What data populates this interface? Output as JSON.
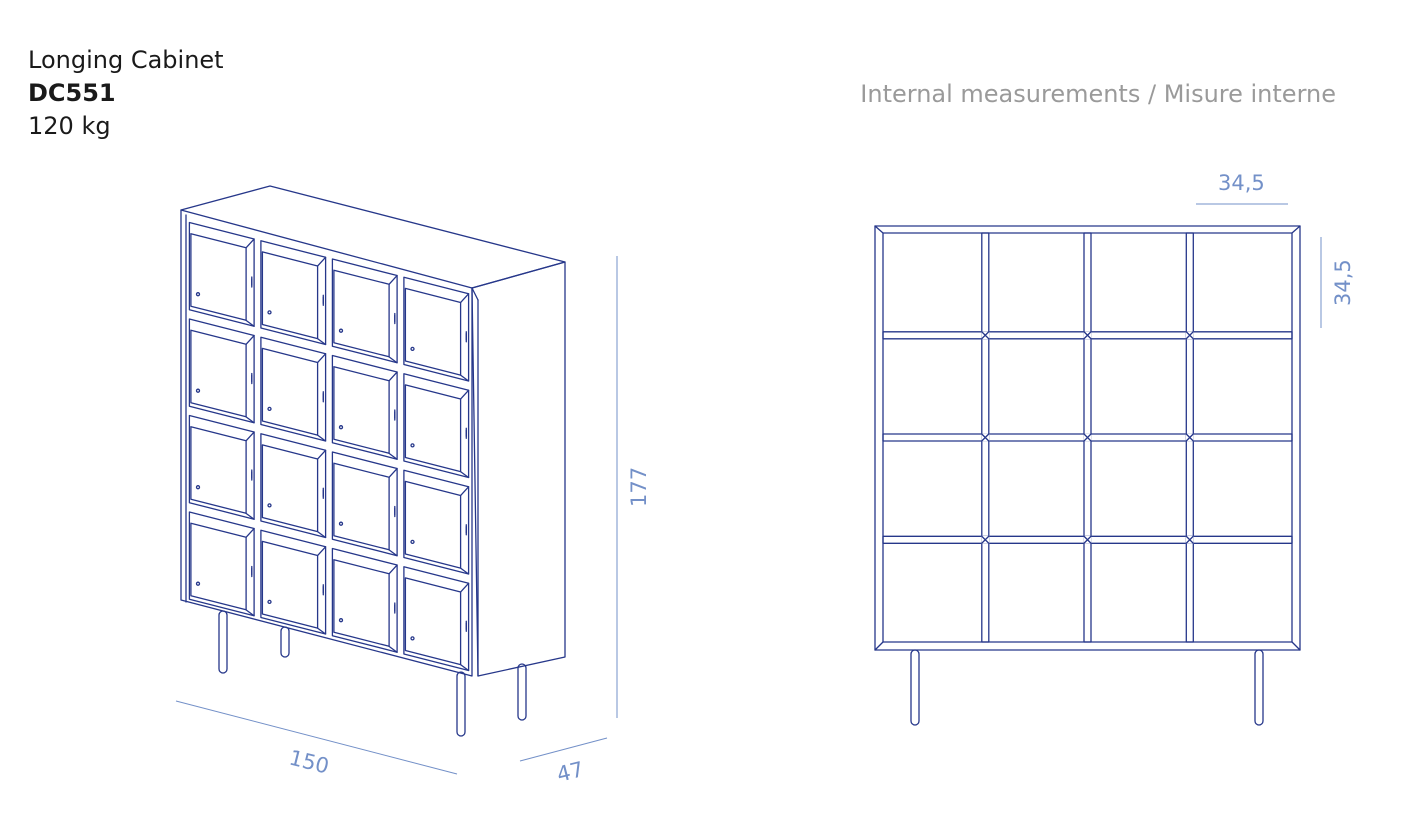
{
  "header": {
    "product_name": "Longing Cabinet",
    "product_code": "DC551",
    "weight": "120 kg",
    "internal_heading": "Internal measurements / Misure interne"
  },
  "dimensions": {
    "width": "150",
    "depth": "47",
    "height": "177",
    "internal_width": "34,5",
    "internal_height": "34,5"
  },
  "colors": {
    "ink": "#26378a",
    "dimension": "#7390c8",
    "text": "#1a1a1a",
    "muted": "#9a9a9a"
  }
}
